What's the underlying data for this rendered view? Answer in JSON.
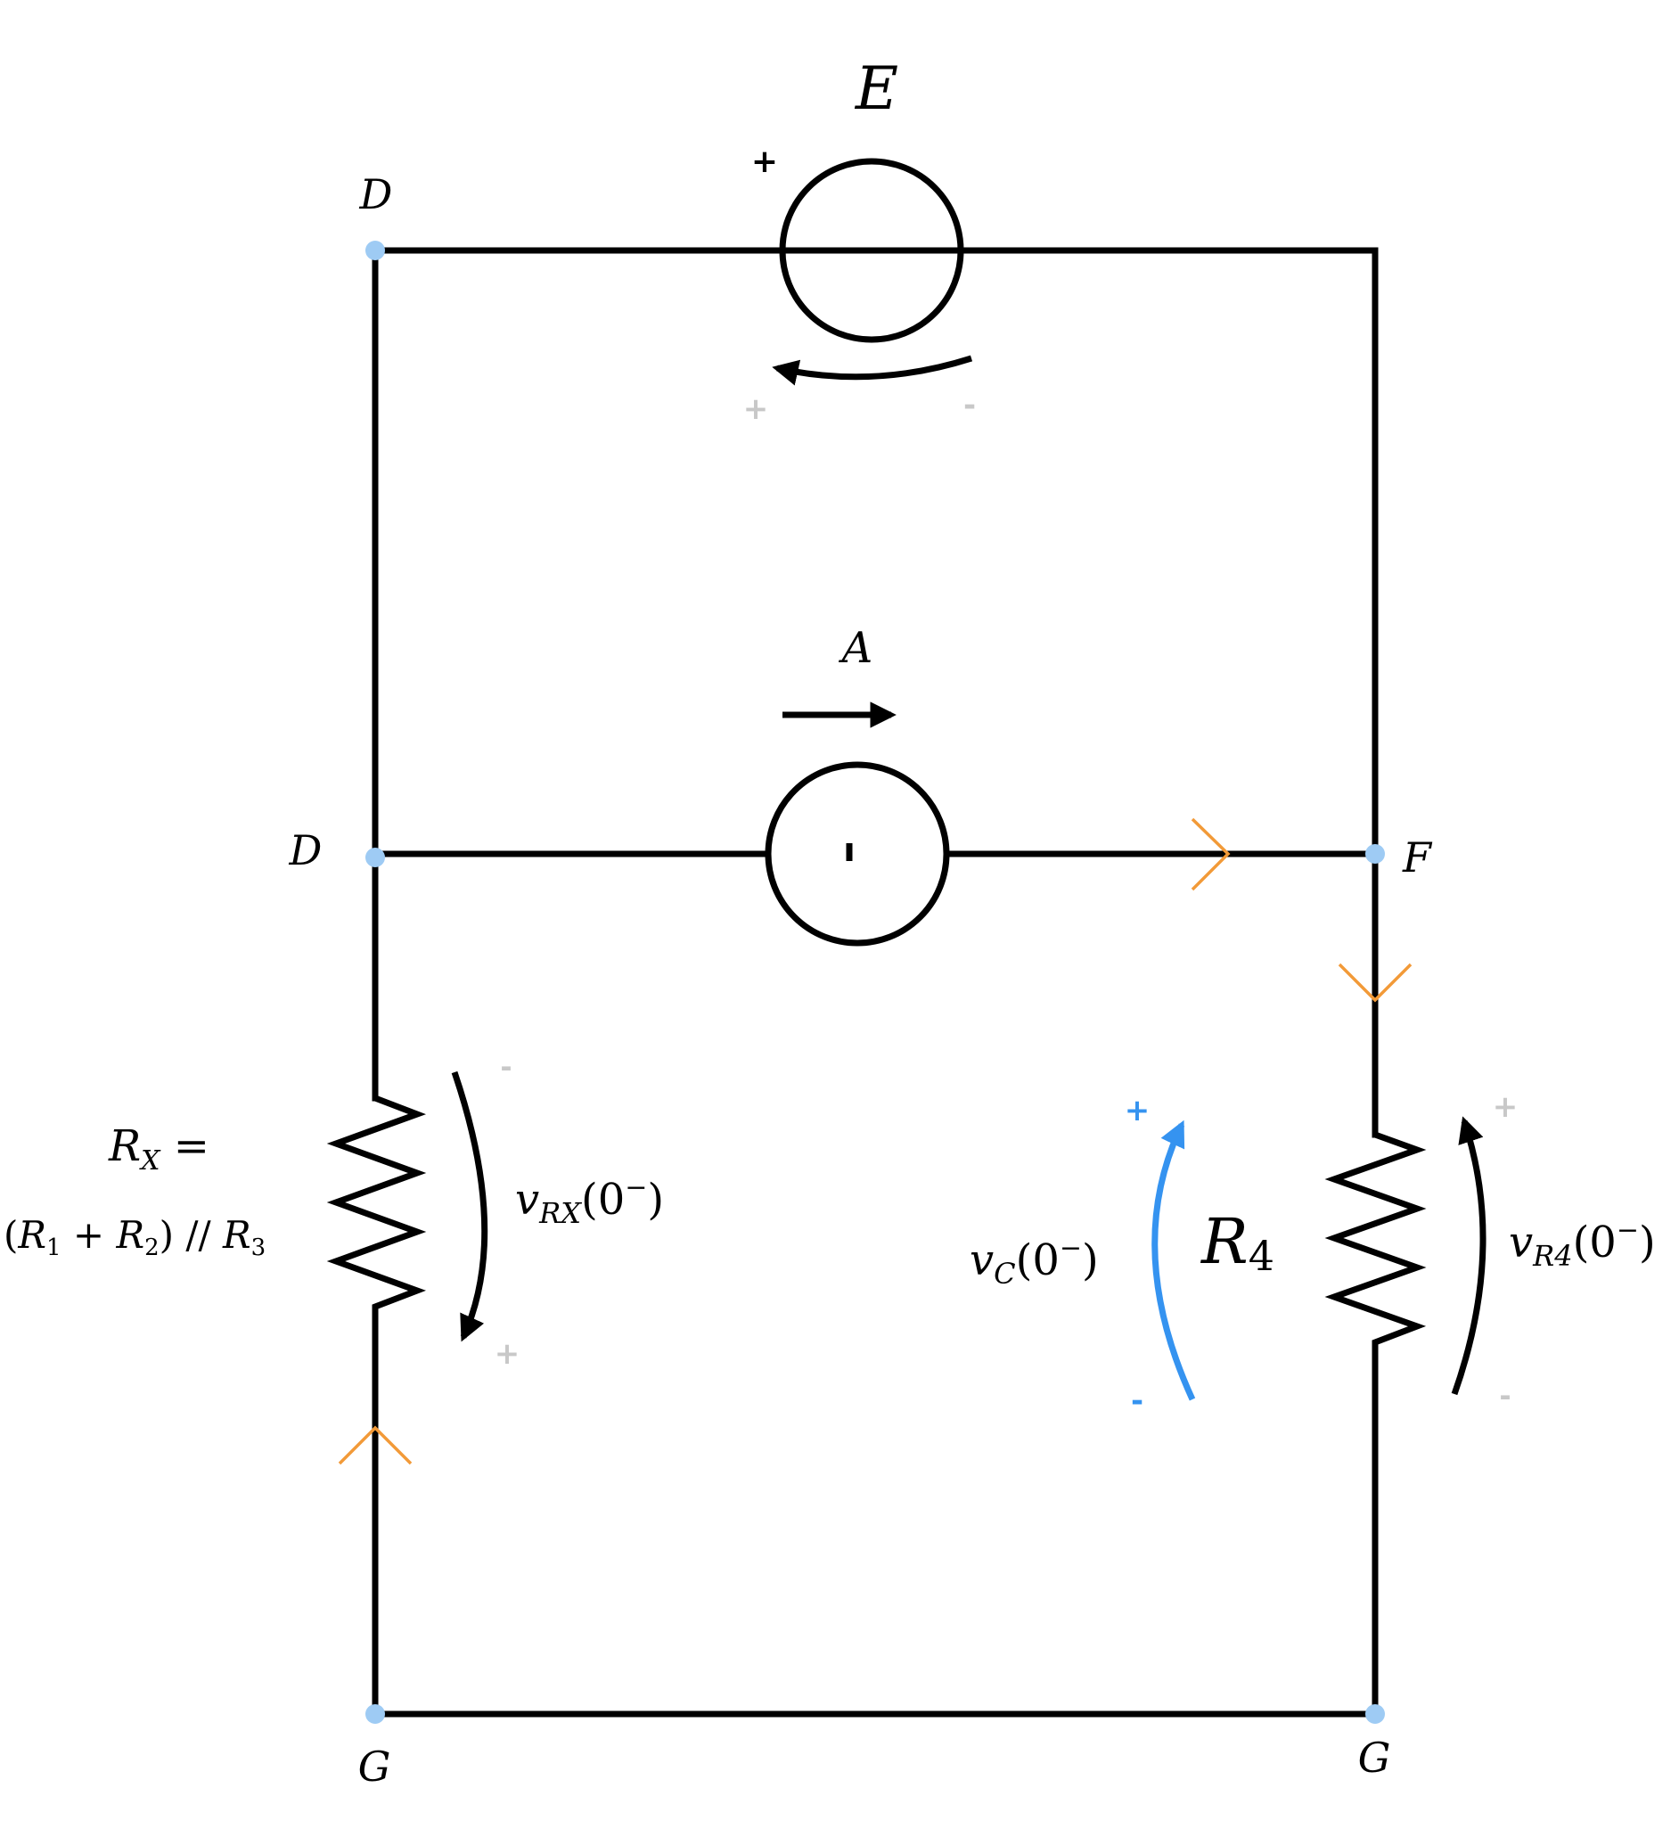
{
  "colors": {
    "wire": "#000000",
    "node": "#9ecbf4",
    "current_arrow": "#f29a38",
    "capacitor_voltage": "#3593f0",
    "hint_sign": "#c8c8c8"
  },
  "nodes": {
    "d_top": "D",
    "d_mid": "D",
    "f": "F",
    "g_left": "G",
    "g_right": "G"
  },
  "sources": {
    "voltage_source": {
      "label": "E",
      "plus_mark": "+",
      "arrow_plus": "+",
      "arrow_minus": "-"
    },
    "current_source": {
      "label": "A"
    }
  },
  "resistors": {
    "rx": {
      "def_line1_main": "R",
      "def_line1_sub": "X",
      "def_line1_tail": " =",
      "def_line2": {
        "open": "(",
        "r1": "R",
        "r1_sub": "1",
        "plus": " + ",
        "r2": "R",
        "r2_sub": "2",
        "close": ") // ",
        "r3": "R",
        "r3_sub": "3"
      },
      "voltage": {
        "v": "v",
        "sub": "RX",
        "arg_open": "(0",
        "sup": "−",
        "arg_close": ")",
        "minus": "-",
        "plus": "+"
      }
    },
    "r4": {
      "label_main": "R",
      "label_sub": "4",
      "voltage": {
        "v": "v",
        "sub": "R4",
        "arg_open": "(0",
        "sup": "−",
        "arg_close": ")",
        "plus": "+",
        "minus": "-"
      }
    }
  },
  "capacitor_voltage": {
    "v": "v",
    "sub": "C",
    "arg_open": "(0",
    "sup": "−",
    "arg_close": ")",
    "plus": "+",
    "minus": "-"
  }
}
